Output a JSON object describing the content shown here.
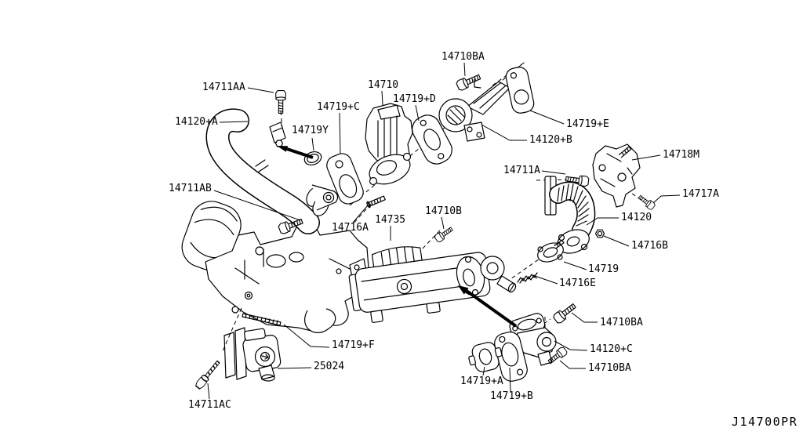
{
  "diagram_code": "J14700PR",
  "colors": {
    "background": "#ffffff",
    "line": "#000000"
  },
  "labels": [
    {
      "text": "14711AA"
    },
    {
      "text": "14710BA"
    },
    {
      "text": "14710"
    },
    {
      "text": "14719+D"
    },
    {
      "text": "14719+C"
    },
    {
      "text": "14120+A"
    },
    {
      "text": "14719Y"
    },
    {
      "text": "14719+E"
    },
    {
      "text": "14120+B"
    },
    {
      "text": "14718M"
    },
    {
      "text": "14711A"
    },
    {
      "text": "14717A"
    },
    {
      "text": "14711AB"
    },
    {
      "text": "14710B"
    },
    {
      "text": "14120"
    },
    {
      "text": "14735"
    },
    {
      "text": "14716A"
    },
    {
      "text": "14716B"
    },
    {
      "text": "14719"
    },
    {
      "text": "14716E"
    },
    {
      "text": "14710BA"
    },
    {
      "text": "14719+F"
    },
    {
      "text": "14120+C"
    },
    {
      "text": "25024"
    },
    {
      "text": "14710BA"
    },
    {
      "text": "14719+A"
    },
    {
      "text": "14719+B"
    },
    {
      "text": "14711AC"
    }
  ]
}
